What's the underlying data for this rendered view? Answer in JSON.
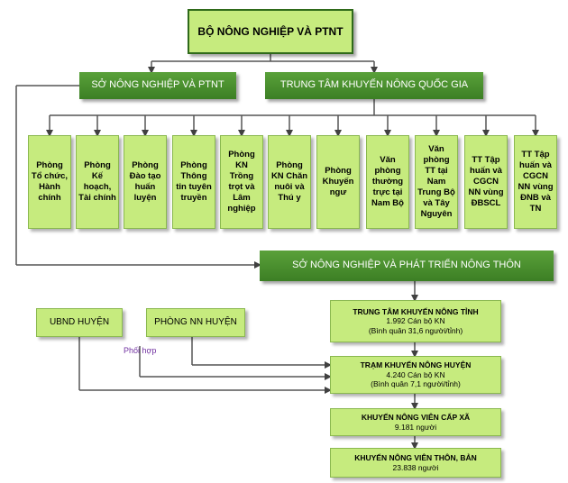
{
  "ministry": {
    "title": "BỘ NÔNG NGHIỆP VÀ PTNT"
  },
  "so_nn_ptnt": {
    "label": "SỞ NÔNG NGHIỆP VÀ PTNT"
  },
  "trung_tam_qg": {
    "label": "TRUNG TÂM KHUYẾN NÔNG QUỐC GIA"
  },
  "departments": [
    "Phòng Tổ chức, Hành chính",
    "Phòng Kế hoạch, Tài chính",
    "Phòng Đào tạo huấn luyện",
    "Phòng Thông tin tuyên truyền",
    "Phòng KN Trồng trọt và Lâm nghiệp",
    "Phòng KN Chăn nuôi và Thú y",
    "Phòng Khuyến ngư",
    "Văn phòng thường trực tại Nam Bộ",
    "Văn phòng TT tại Nam Trung Bộ và Tây Nguyên",
    "TT Tập huấn và CGCN NN vùng ĐBSCL",
    "TT Tập huấn và CGCN NN vùng ĐNB và TN"
  ],
  "so_full": {
    "label": "SỞ NÔNG NGHIỆP VÀ PHÁT TRIỂN NÔNG THÔN"
  },
  "provincial": {
    "title": "TRUNG TÂM KHUYẾN NÔNG TỈNH",
    "count": "1.992  Cán bộ KN",
    "avg": "(Bình quân 31,6 người/tỉnh)"
  },
  "district_station": {
    "title": "TRẠM KHUYẾN NÔNG HUYỆN",
    "count": "4.240 Cán bộ KN",
    "avg": "(Bình quân 7,1 người/tỉnh)"
  },
  "commune": {
    "title": "KHUYẾN NÔNG VIÊN CẤP XÃ",
    "count": "9.181 người"
  },
  "village": {
    "title": "KHUYẾN NÔNG VIÊN THÔN, BẢN",
    "count": "23.838 người"
  },
  "ubnd": {
    "label": "UBND HUYỆN"
  },
  "phong_nn": {
    "label": "PHÒNG NN HUYỆN"
  },
  "coordination": {
    "label": "Phối hợp"
  }
}
